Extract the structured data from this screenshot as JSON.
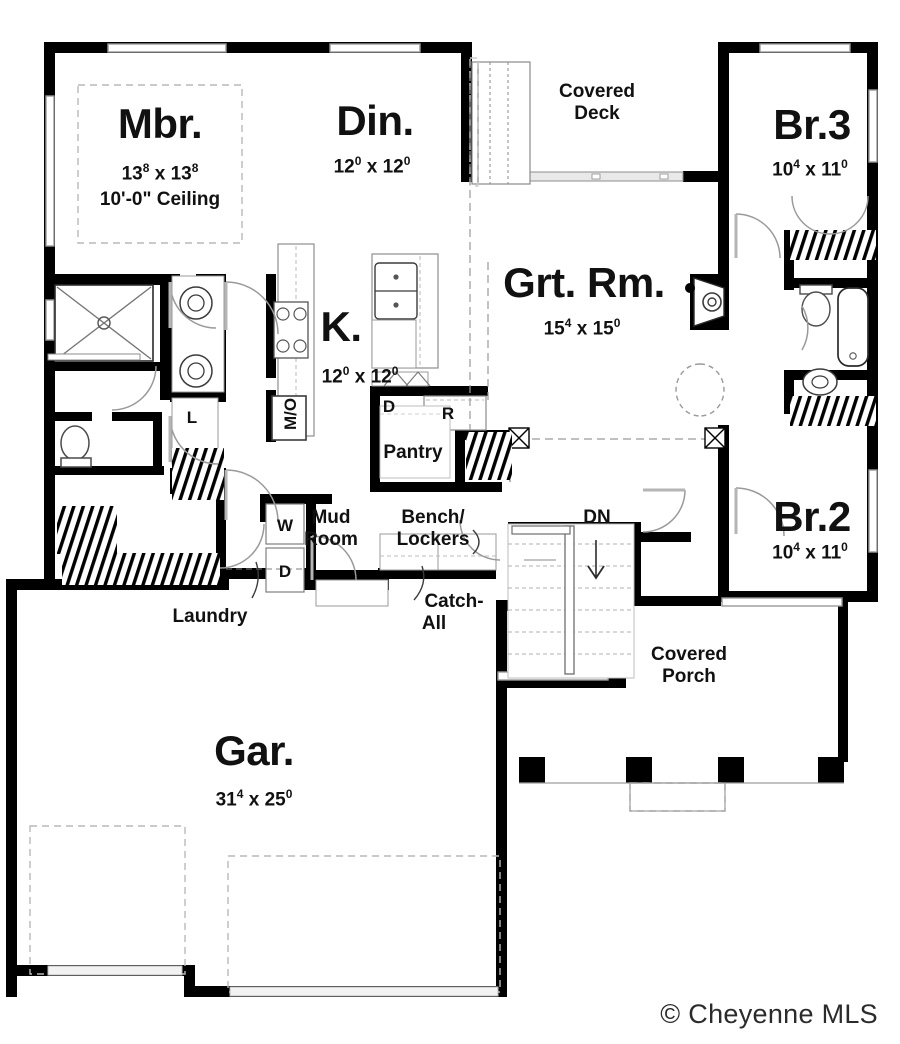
{
  "document": {
    "kind": "floor-plan",
    "watermark": "© Cheyenne MLS",
    "background_color": "#ffffff",
    "wall_color": "#000000",
    "line_color": "#999999",
    "text_color": "#111111"
  },
  "rooms": [
    {
      "key": "mbr",
      "name": "Mbr.",
      "dim_w": "13",
      "dim_w_sup": "8",
      "dim_h": "13",
      "dim_h_sup": "8",
      "note": "10'-0\" Ceiling"
    },
    {
      "key": "din",
      "name": "Din.",
      "dim_w": "12",
      "dim_w_sup": "0",
      "dim_h": "12",
      "dim_h_sup": "0",
      "note": ""
    },
    {
      "key": "grt",
      "name": "Grt. Rm.",
      "dim_w": "15",
      "dim_w_sup": "4",
      "dim_h": "15",
      "dim_h_sup": "0",
      "note": ""
    },
    {
      "key": "br3",
      "name": "Br.3",
      "dim_w": "10",
      "dim_w_sup": "4",
      "dim_h": "11",
      "dim_h_sup": "0",
      "note": ""
    },
    {
      "key": "br2",
      "name": "Br.2",
      "dim_w": "10",
      "dim_w_sup": "4",
      "dim_h": "11",
      "dim_h_sup": "0",
      "note": ""
    },
    {
      "key": "k",
      "name": "K.",
      "dim_w": "12",
      "dim_w_sup": "0",
      "dim_h": "12",
      "dim_h_sup": "0",
      "note": ""
    },
    {
      "key": "gar",
      "name": "Gar.",
      "dim_w": "31",
      "dim_w_sup": "4",
      "dim_h": "25",
      "dim_h_sup": "0",
      "note": ""
    }
  ],
  "space_labels": [
    {
      "key": "covered_deck",
      "line1": "Covered",
      "line2": "Deck"
    },
    {
      "key": "covered_porch",
      "line1": "Covered",
      "line2": "Porch"
    },
    {
      "key": "mud_room",
      "line1": "Mud",
      "line2": "Room"
    },
    {
      "key": "bench_lockers",
      "line1": "Bench/",
      "line2": "Lockers"
    },
    {
      "key": "catch_all",
      "line1": "Catch-",
      "line2": "All"
    },
    {
      "key": "pantry",
      "line1": "Pantry",
      "line2": ""
    },
    {
      "key": "laundry",
      "line1": "Laundry",
      "line2": ""
    }
  ],
  "appliance_tags": [
    {
      "key": "dishwasher",
      "label": "D"
    },
    {
      "key": "refrigerator",
      "label": "R"
    },
    {
      "key": "microwave_oven",
      "label": "M/O"
    },
    {
      "key": "washer",
      "label": "W"
    },
    {
      "key": "dryer",
      "label": "D"
    },
    {
      "key": "linen_closet",
      "label": "L"
    }
  ],
  "stair": {
    "direction_label": "DN"
  }
}
